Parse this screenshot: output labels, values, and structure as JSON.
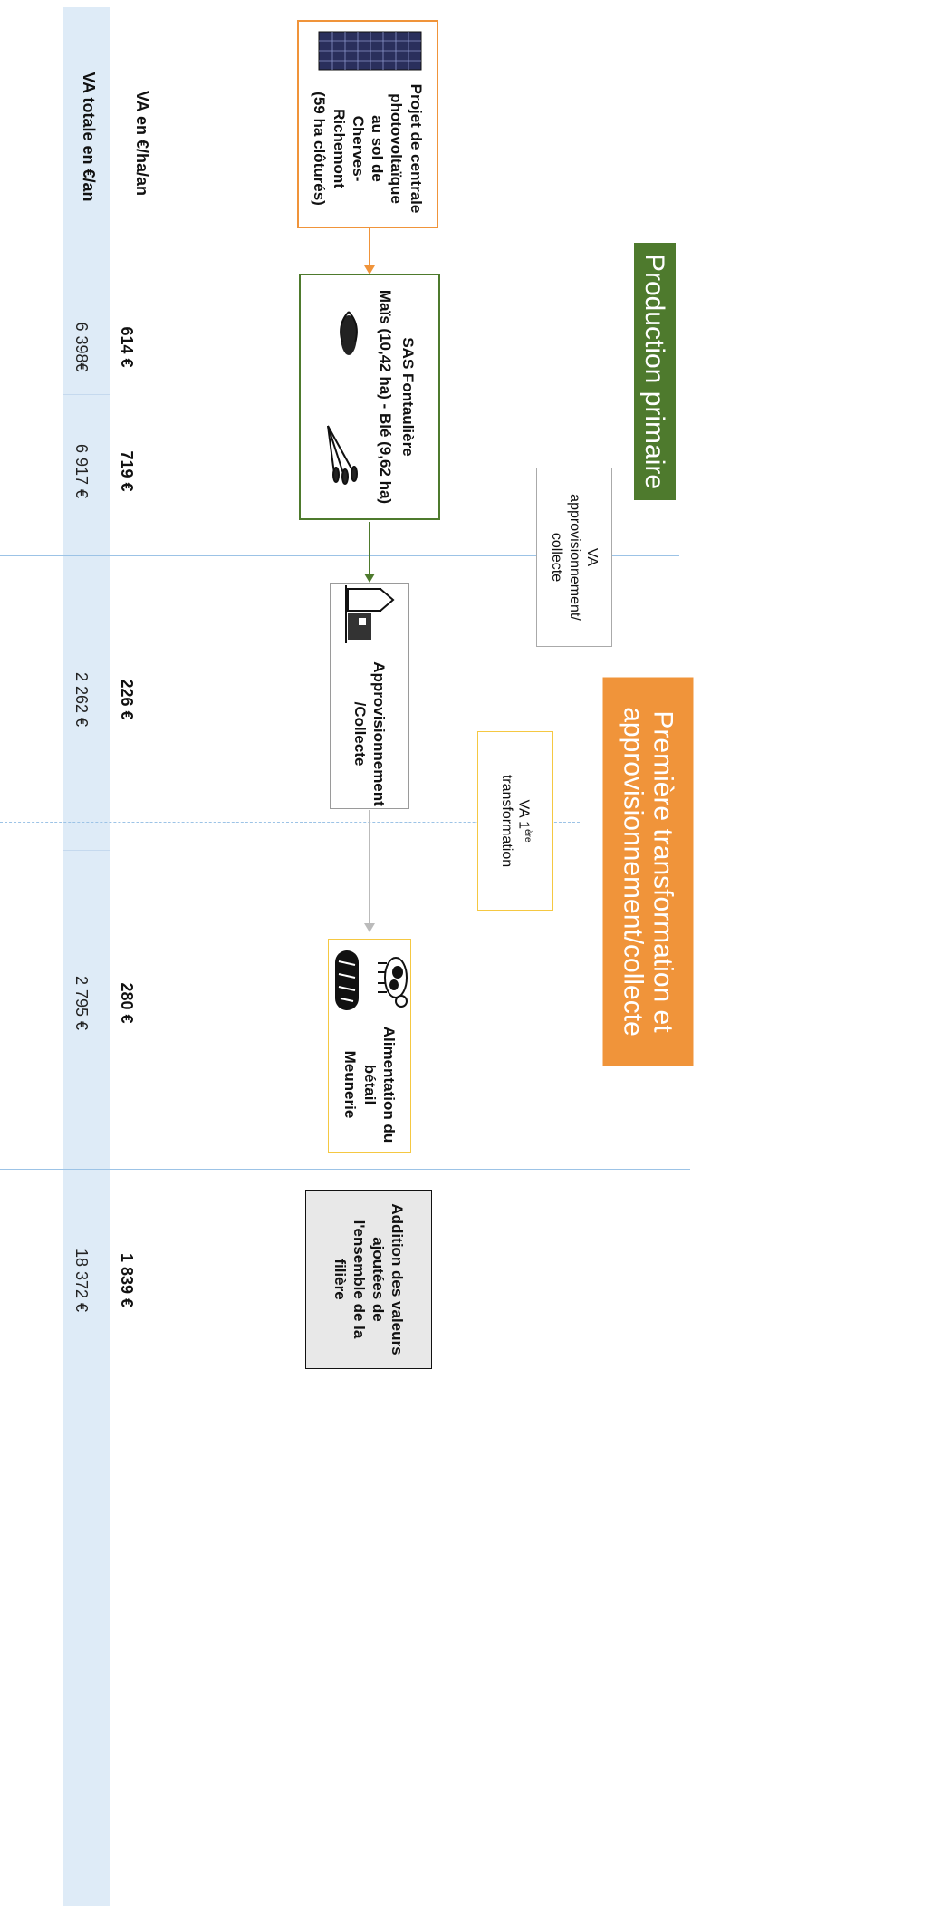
{
  "bands": {
    "primary": "Production primaire",
    "transformation": "Première transformation et approvisionnement/collecte"
  },
  "boxes": {
    "solar_project": [
      "Projet de centrale",
      "photovoltaïque",
      "au sol de",
      "Cherves-Richemont",
      "(59 ha clôturés)"
    ],
    "sas": {
      "title": "SAS Fontaulière",
      "crops": "Maïs (10,42 ha)  - Blé (9,62 ha)"
    },
    "collecte": [
      "Approvisionnement",
      "/Collecte"
    ],
    "alimentation": [
      "Alimentation du",
      "bétail",
      "Meunerie"
    ],
    "addition": [
      "Addition des valeurs",
      "ajoutées de",
      "l'ensemble de la",
      "filière"
    ]
  },
  "va_labels": {
    "collecte": [
      "VA",
      "approvisionnement/",
      "collecte"
    ],
    "transfo_prefix": "VA 1",
    "transfo_sup": "ère",
    "transfo_line2": "transformation"
  },
  "table": {
    "header_per_ha": "VA en €/ha/an",
    "header_total": "VA totale en €/an",
    "per_ha": [
      "614 €",
      "719 €",
      "226 €",
      "280 €",
      "1 839 €"
    ],
    "total": [
      "6 398€",
      "6 917 €",
      "2 262 €",
      "2 795 €",
      "18 372 €"
    ]
  },
  "colors": {
    "green": "#4e7a2d",
    "orange": "#f0943a",
    "yellow": "#f5c842",
    "blue_line": "#9cc3e6",
    "table_bg": "#deebf7",
    "gray_box": "#e8e8e8"
  },
  "icons": [
    "solar-panel-icon",
    "corn-icon",
    "wheat-icon",
    "silo-icon",
    "cow-icon",
    "bread-icon"
  ]
}
